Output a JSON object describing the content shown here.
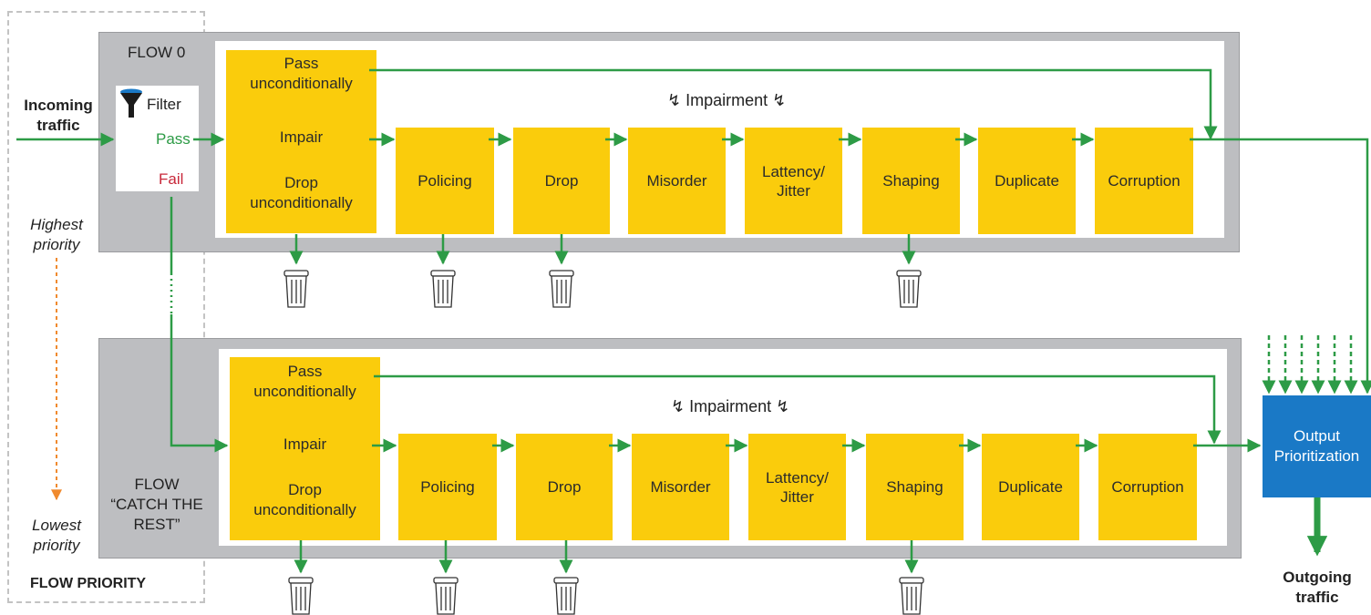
{
  "incoming": {
    "line1": "Incoming",
    "line2": "traffic"
  },
  "outgoing": {
    "line1": "Outgoing",
    "line2": "traffic"
  },
  "filter": {
    "label": "Filter",
    "pass": "Pass",
    "fail": "Fail"
  },
  "priority": {
    "highest_line1": "Highest",
    "highest_line2": "priority",
    "lowest_line1": "Lowest",
    "lowest_line2": "priority",
    "caption": "FLOW PRIORITY"
  },
  "flow0": {
    "title": "FLOW 0",
    "impairment": "Impairment",
    "options": {
      "pass": [
        "Pass",
        "unconditionally"
      ],
      "impair": "Impair",
      "drop": [
        "Drop",
        "unconditionally"
      ]
    },
    "stages": [
      "Policing",
      "Drop",
      "Misorder",
      "Lattency/",
      "Jitter",
      "Shaping",
      "Duplicate",
      "Corruption"
    ]
  },
  "flow1": {
    "title_line1": "FLOW",
    "title_line2": "“CATCH THE",
    "title_line3": "REST”",
    "impairment": "Impairment",
    "options": {
      "pass": [
        "Pass",
        "unconditionally"
      ],
      "impair": "Impair",
      "drop": [
        "Drop",
        "unconditionally"
      ]
    },
    "stages": [
      "Policing",
      "Drop",
      "Misorder",
      "Lattency/",
      "Jitter",
      "Shaping",
      "Duplicate",
      "Corruption"
    ]
  },
  "output": {
    "line1": "Output",
    "line2": "Prioritization"
  },
  "colors": {
    "accent": "#facc0c",
    "arrow": "#2d9b46",
    "output": "#1a79c6",
    "priority_arrow": "#f08a2e",
    "panel": "#bdbec1"
  }
}
